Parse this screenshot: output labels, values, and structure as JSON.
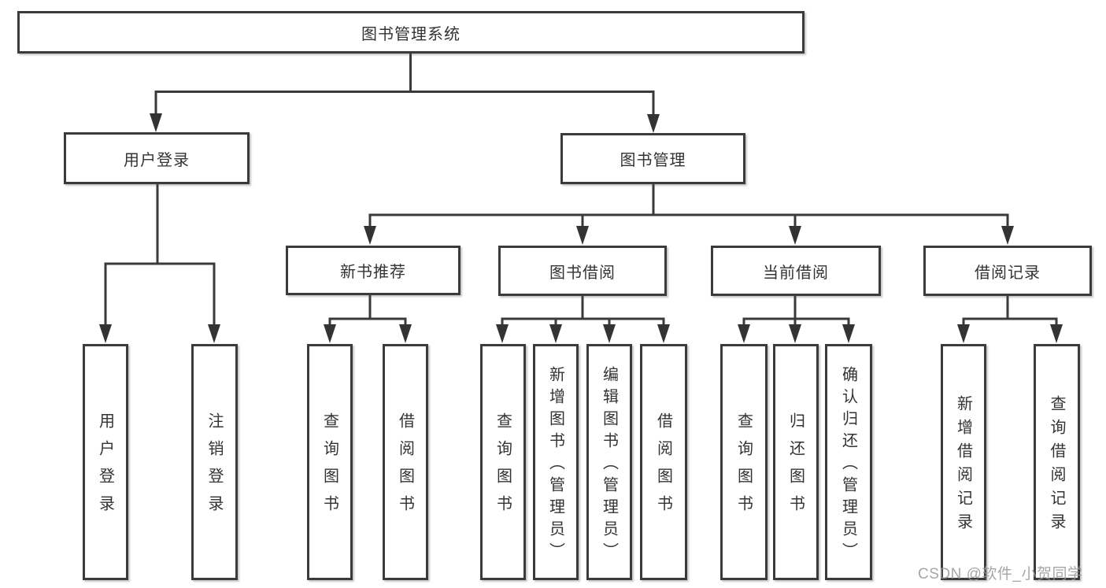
{
  "diagram": {
    "root": {
      "label": "图书管理系统"
    },
    "user_login": {
      "label": "用户登录",
      "children": [
        {
          "label": "用户登录"
        },
        {
          "label": "注销登录"
        }
      ]
    },
    "book_management": {
      "label": "图书管理"
    },
    "modules": [
      {
        "label": "新书推荐",
        "children": [
          {
            "label": "查询图书"
          },
          {
            "label": "借阅图书"
          }
        ]
      },
      {
        "label": "图书借阅",
        "children": [
          {
            "label": "查询图书"
          },
          {
            "label": "新增图书（管理员）"
          },
          {
            "label": "编辑图书（管理员）"
          },
          {
            "label": "借阅图书"
          }
        ]
      },
      {
        "label": "当前借阅",
        "children": [
          {
            "label": "查询图书"
          },
          {
            "label": "归还图书"
          },
          {
            "label": "确认归还（管理员）"
          }
        ]
      },
      {
        "label": "借阅记录",
        "children": [
          {
            "label": "新增借阅记录"
          },
          {
            "label": "查询借阅记录"
          }
        ]
      }
    ],
    "watermark": "CSDN @软件_小贺同学",
    "colors": {
      "line": "#3a3a3a",
      "border": "#3b3b3b",
      "text": "#333333",
      "watermark": "#969696",
      "background": "#ffffff"
    }
  }
}
